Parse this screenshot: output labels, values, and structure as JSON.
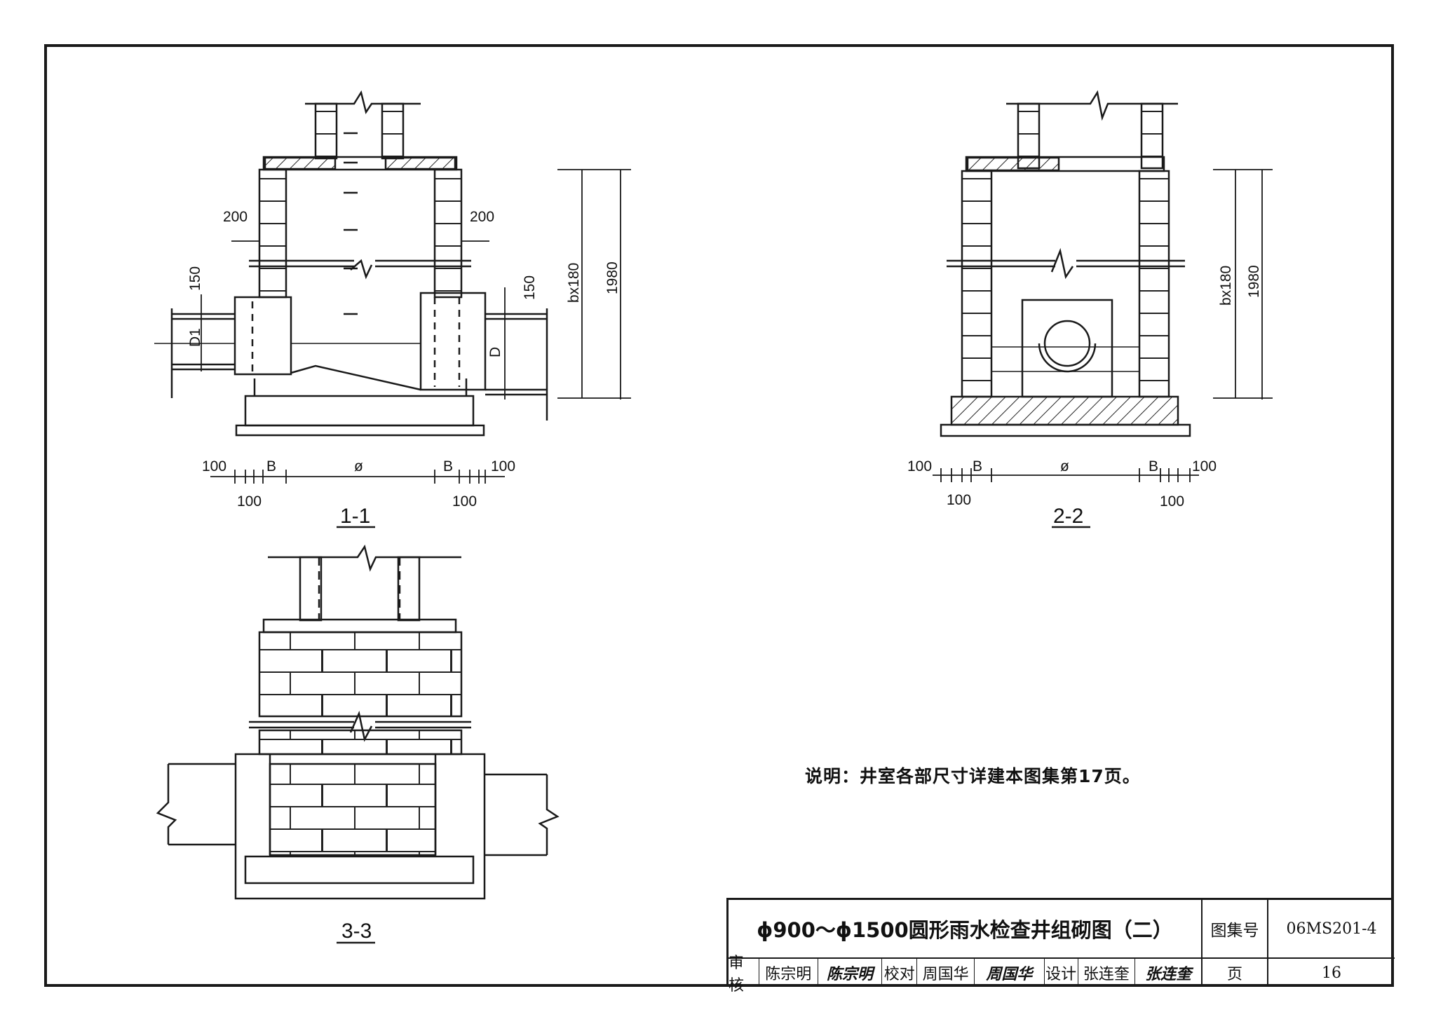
{
  "sections": {
    "s1": "1-1",
    "s2": "2-2",
    "s3": "3-3"
  },
  "dims": {
    "d200": "200",
    "d150": "150",
    "d100": "100",
    "dB": "B",
    "dPhi": "ø",
    "dD1": "D1",
    "dD": "D",
    "dBx180": "bx180",
    "d1980": "1980"
  },
  "note": "说明：井室各部尺寸详建本图集第17页。",
  "titleblock": {
    "title": "ϕ900～ϕ1500圆形雨水检查井组砌图（二）",
    "atlas_label": "图集号",
    "atlas_value": "06MS201-4",
    "page_label": "页",
    "page_value": "16",
    "review_label": "审核",
    "review_name": "陈宗明",
    "review_sign": "陈宗明",
    "check_label": "校对",
    "check_name": "周国华",
    "check_sign": "周国华",
    "design_label": "设计",
    "design_name": "张连奎",
    "design_sign": "张连奎"
  }
}
